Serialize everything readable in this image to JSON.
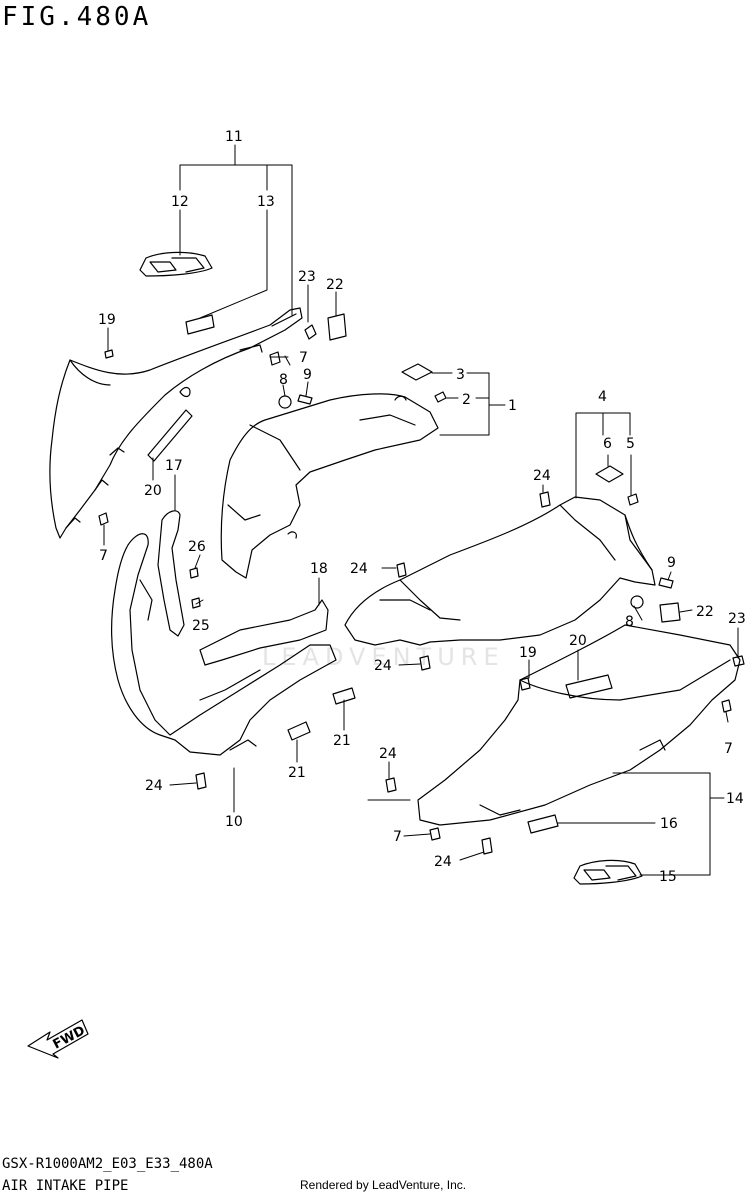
{
  "figure": {
    "title": "FIG.480A",
    "model_code": "GSX-R1000AM2_E03_E33_480A",
    "part_group": "AIR INTAKE PIPE",
    "rendered_by": "Rendered by LeadVenture, Inc.",
    "watermark": "LEADVENTURE",
    "forward_arrow_label": "FWD"
  },
  "callouts": [
    "1",
    "2",
    "3",
    "4",
    "5",
    "6",
    "7",
    "8",
    "9",
    "10",
    "11",
    "12",
    "13",
    "14",
    "15",
    "16",
    "17",
    "18",
    "19",
    "20",
    "21",
    "22",
    "23",
    "24",
    "25",
    "26"
  ]
}
